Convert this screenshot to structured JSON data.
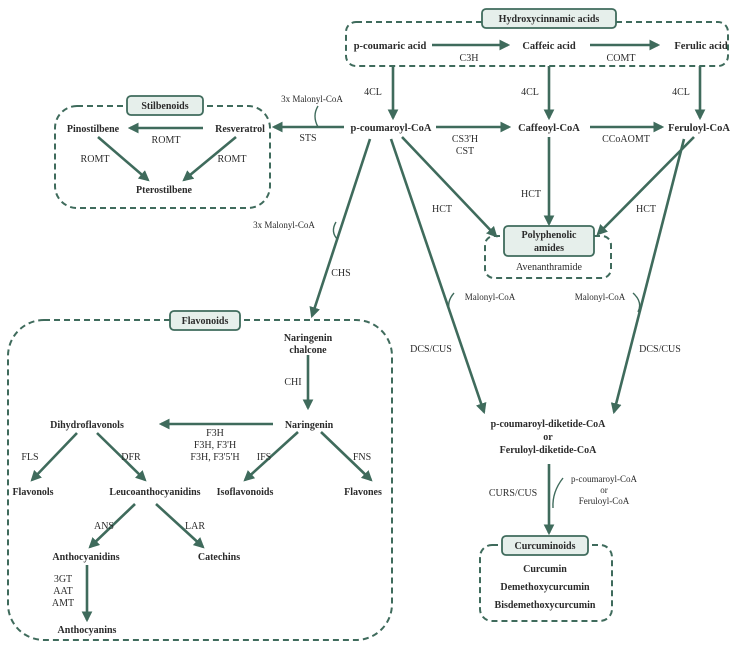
{
  "groups": {
    "hydroxycinnamic": "Hydroxycinnamic acids",
    "stilbenoids": "Stilbenoids",
    "flavonoids": "Flavonoids",
    "polyphenolic_amides": [
      "Polyphenolic",
      "amides"
    ],
    "curcuminoids": "Curcuminoids"
  },
  "compounds": {
    "p_coumaric_acid": "p-coumaric acid",
    "caffeic_acid": "Caffeic acid",
    "ferulic_acid": "Ferulic acid",
    "p_coumaroyl_coa": "p-coumaroyl-CoA",
    "caffeoyl_coa": "Caffeoyl-CoA",
    "feruloyl_coa": "Feruloyl-CoA",
    "pinostilbene": "Pinostilbene",
    "resveratrol": "Resveratrol",
    "pterostilbene": "Pterostilbene",
    "avenanthramide": "Avenanthramide",
    "naringenin_chalcone": [
      "Naringenin",
      "chalcone"
    ],
    "naringenin": "Naringenin",
    "dihydroflavonols": "Dihydroflavonols",
    "flavonols": "Flavonols",
    "leucoanthocyanidins": "Leucoanthocyanidins",
    "isoflavonoids": "Isoflavonoids",
    "flavones": "Flavones",
    "anthocyanidins": "Anthocyanidins",
    "catechins": "Catechins",
    "anthocyanins": "Anthocyanins",
    "diketide": [
      "p-coumaroyl-diketide-CoA",
      "or",
      "Feruloyl-diketide-CoA"
    ],
    "curcumin": "Curcumin",
    "demethoxycurcumin": "Demethoxycurcumin",
    "bisdemethoxycurcumin": "Bisdemethoxycurcumin"
  },
  "enzymes": {
    "c3h": "C3H",
    "comt": "COMT",
    "4cl": "4CL",
    "sts": "STS",
    "romt": "ROMT",
    "cs3h": "CS3'H",
    "cst": "CST",
    "ccoaomt": "CCoAOMT",
    "hct": "HCT",
    "chs": "CHS",
    "chi": "CHI",
    "f3h": [
      "F3H",
      "F3H, F3'H",
      "F3H, F3'5'H"
    ],
    "fls": "FLS",
    "dfr": "DFR",
    "ifs": "IFS",
    "fns": "FNS",
    "ans": "ANS",
    "lar": "LAR",
    "late": [
      "3GT",
      "AAT",
      "AMT"
    ],
    "dcs_cus": "DCS/CUS",
    "curs_cus": "CURS/CUS"
  },
  "cofactors": {
    "malonyl_3x": "3x Malonyl-CoA",
    "malonyl": "Malonyl-CoA",
    "starter": [
      "p-coumaroyl-CoA",
      "or",
      "Feruloyl-CoA"
    ]
  },
  "colors": {
    "accent": "#3f6b5c",
    "label_fill": "#e6efeb",
    "text": "#2b2b2b"
  }
}
